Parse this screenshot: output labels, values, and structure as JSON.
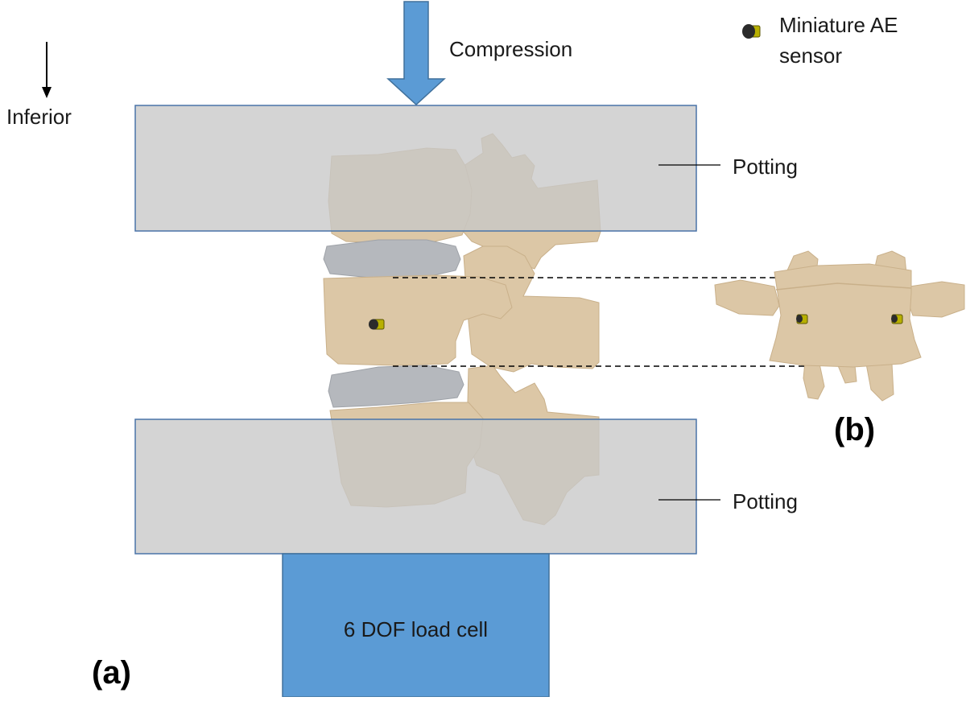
{
  "labels": {
    "compression": "Compression",
    "inferior": "Inferior",
    "legend_line1": "Miniature AE",
    "legend_line2": "sensor",
    "potting_top": "Potting",
    "potting_bottom": "Potting",
    "load_cell": "6 DOF load cell",
    "panel_a": "(a)",
    "panel_b": "(b)"
  },
  "colors": {
    "arrow_fill": "#5b9bd5",
    "arrow_stroke": "#41719c",
    "load_cell_fill": "#5b9bd5",
    "potting_fill": "#c8c8c8",
    "potting_stroke": "#4a74a8",
    "bone": "#dcc7a6",
    "bone_shadow": "#c9b08a",
    "disc": "#b5b8bd",
    "sensor_body": "#b8b000",
    "sensor_tip": "#2b2b2b"
  },
  "icons": {
    "sensor": "miniature-ae-sensor-icon",
    "direction": "down-arrow-icon"
  }
}
